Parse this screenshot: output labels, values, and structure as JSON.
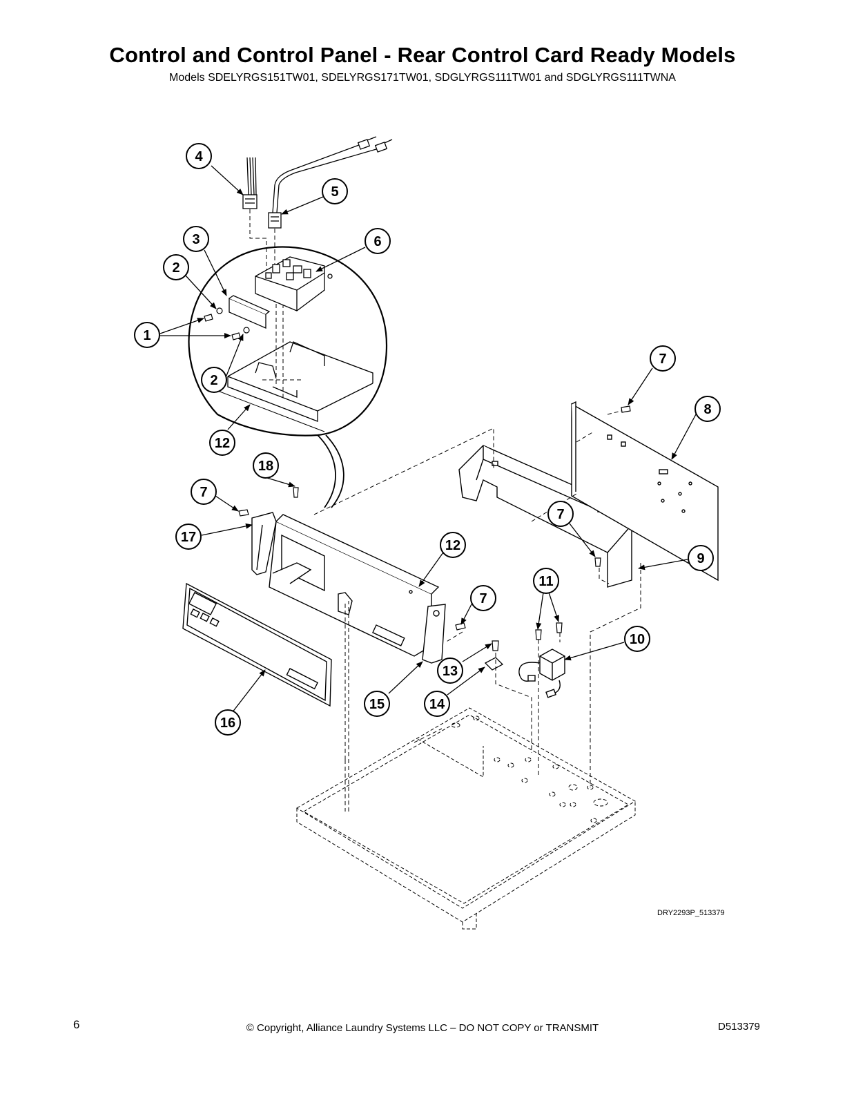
{
  "header": {
    "title": "Control and Control Panel - Rear Control Card Ready Models",
    "subtitle": "Models SDELYRGS151TW01, SDELYRGS171TW01, SDGLYRGS111TW01 and SDGLYRGS111TWNA"
  },
  "callouts": [
    {
      "id": "c4a",
      "label": "4"
    },
    {
      "id": "c5",
      "label": "5"
    },
    {
      "id": "c3",
      "label": "3"
    },
    {
      "id": "c6",
      "label": "6"
    },
    {
      "id": "c2a",
      "label": "2"
    },
    {
      "id": "c1",
      "label": "1"
    },
    {
      "id": "c2b",
      "label": "2"
    },
    {
      "id": "c12a",
      "label": "12"
    },
    {
      "id": "c7a",
      "label": "7"
    },
    {
      "id": "c8",
      "label": "8"
    },
    {
      "id": "c18",
      "label": "18"
    },
    {
      "id": "c7b",
      "label": "7"
    },
    {
      "id": "c17",
      "label": "17"
    },
    {
      "id": "c7c",
      "label": "7"
    },
    {
      "id": "c9",
      "label": "9"
    },
    {
      "id": "c12b",
      "label": "12"
    },
    {
      "id": "c11",
      "label": "11"
    },
    {
      "id": "c7d",
      "label": "7"
    },
    {
      "id": "c10",
      "label": "10"
    },
    {
      "id": "c13",
      "label": "13"
    },
    {
      "id": "c15",
      "label": "15"
    },
    {
      "id": "c14",
      "label": "14"
    },
    {
      "id": "c16",
      "label": "16"
    }
  ],
  "figure_code": "DRY2293P_513379",
  "footer": {
    "page_number": "6",
    "copyright": "© Copyright, Alliance Laundry Systems LLC – DO NOT COPY or TRANSMIT",
    "document_number": "D513379"
  }
}
